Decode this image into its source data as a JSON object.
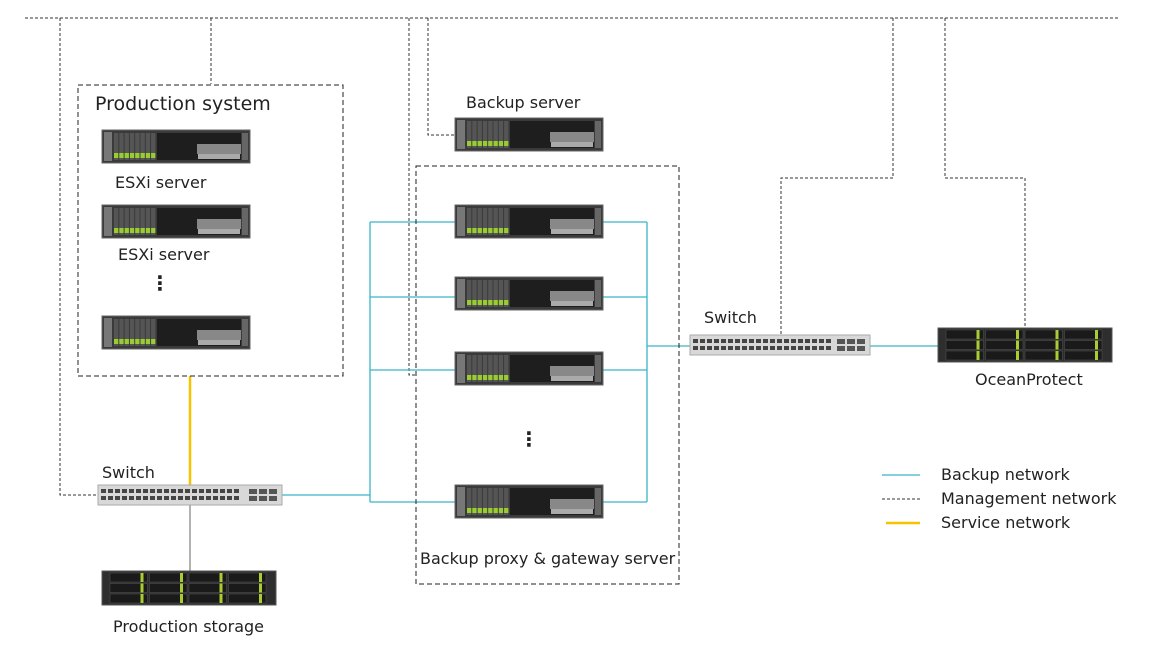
{
  "colors": {
    "backup": "#3ab4c8",
    "management": "#333333",
    "service": "#f5c400",
    "storage_link": "#888888"
  },
  "production_system": {
    "title": "Production system",
    "servers": [
      "ESXi server",
      "ESXi server"
    ],
    "ellipsis": "⋮"
  },
  "backup_server": {
    "label": "Backup server"
  },
  "proxy_group": {
    "label": "Backup proxy & gateway server",
    "ellipsis": "⋮"
  },
  "switch_left": {
    "label": "Switch"
  },
  "switch_right": {
    "label": "Switch"
  },
  "production_storage": {
    "label": "Production storage"
  },
  "ocean_protect": {
    "label": "OceanProtect"
  },
  "legend": [
    {
      "type": "backup",
      "label": "Backup network"
    },
    {
      "type": "management",
      "label": "Management network"
    },
    {
      "type": "service",
      "label": "Service network"
    }
  ]
}
